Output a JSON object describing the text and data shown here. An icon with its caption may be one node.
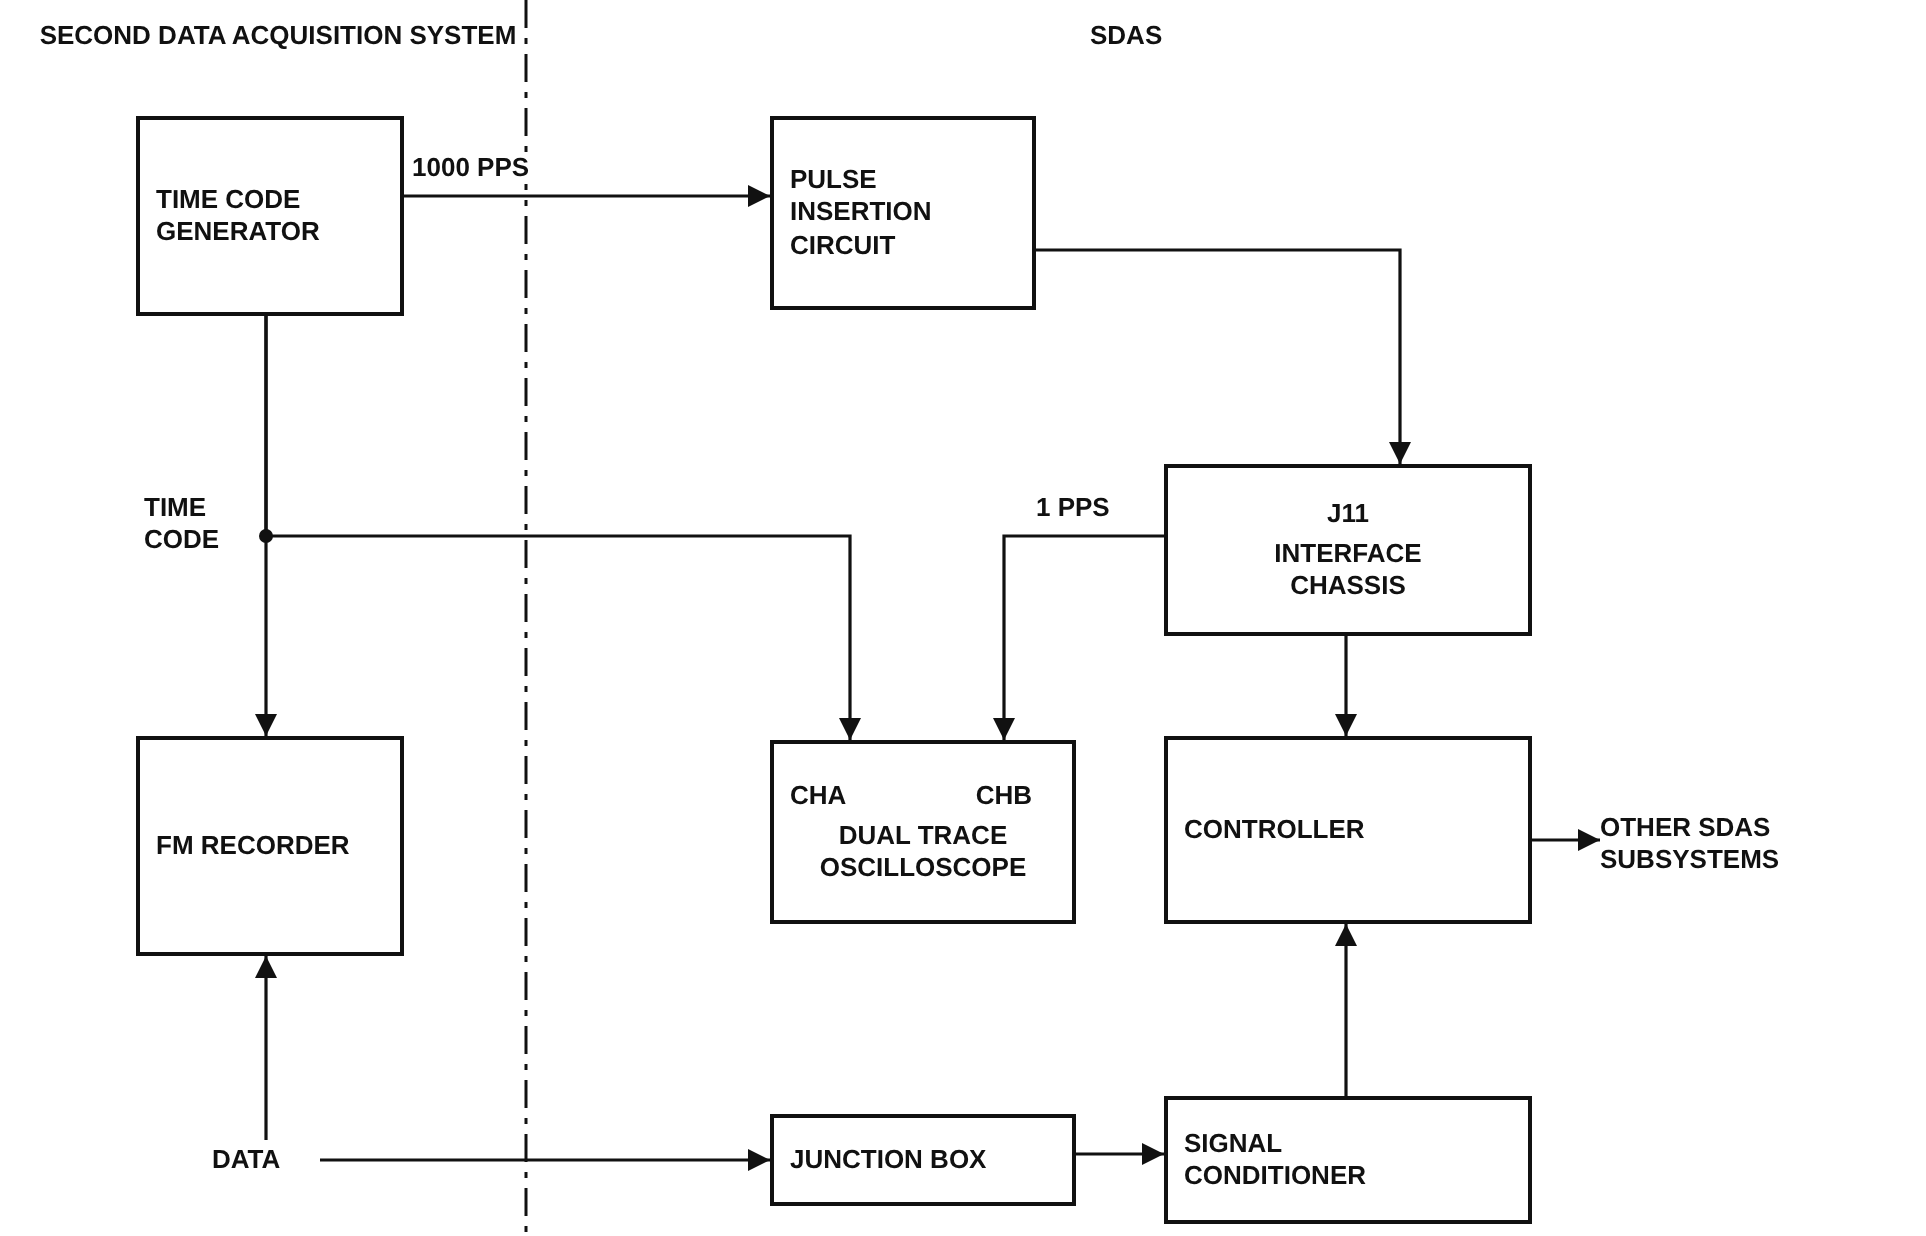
{
  "diagram": {
    "nodes": [
      {
        "text": [
          "TIME CODE GENERATOR"
        ]
      },
      {
        "text": [
          "PULSE INSERTION CIRCUIT"
        ]
      },
      {
        "text": [
          "J11",
          "INTERFACE CHASSIS"
        ]
      },
      {
        "text": [
          "FM RECORDER"
        ]
      },
      {
        "text": [
          "CHA",
          "CHB",
          "DUAL TRACE OSCILLOSCOPE"
        ]
      },
      {
        "text": [
          "CONTROLLER"
        ]
      },
      {
        "text": [
          "JUNCTION BOX"
        ]
      },
      {
        "text": [
          "SIGNAL CONDITIONER"
        ]
      },
      {
        "text": [
          "DATA"
        ]
      },
      {
        "text": [
          "OTHER SDAS SUBSYSTEMS"
        ]
      }
    ],
    "edges": [
      {
        "from": 0,
        "to": 1,
        "arrow": "to",
        "label": "1000 PPS"
      },
      {
        "from": 1,
        "to": 2,
        "arrow": "to"
      },
      {
        "from": 0,
        "to": 3,
        "arrow": "to"
      },
      {
        "from": 0,
        "to": 4,
        "arrow": "to"
      },
      {
        "from": 2,
        "to": 4,
        "arrow": "to",
        "label": "1 PPS"
      },
      {
        "from": 2,
        "to": 5,
        "arrow": "to"
      },
      {
        "from": 5,
        "to": 9,
        "arrow": "to"
      },
      {
        "from": 7,
        "to": 5,
        "arrow": "to"
      },
      {
        "from": 6,
        "to": 7,
        "arrow": "to"
      },
      {
        "from": 8,
        "to": 6,
        "arrow": "to"
      },
      {
        "from": 8,
        "to": 3,
        "arrow": "to"
      }
    ],
    "labels": [
      "SECOND DATA ACQUISITION SYSTEM",
      "SDAS",
      "TIME CODE"
    ]
  }
}
